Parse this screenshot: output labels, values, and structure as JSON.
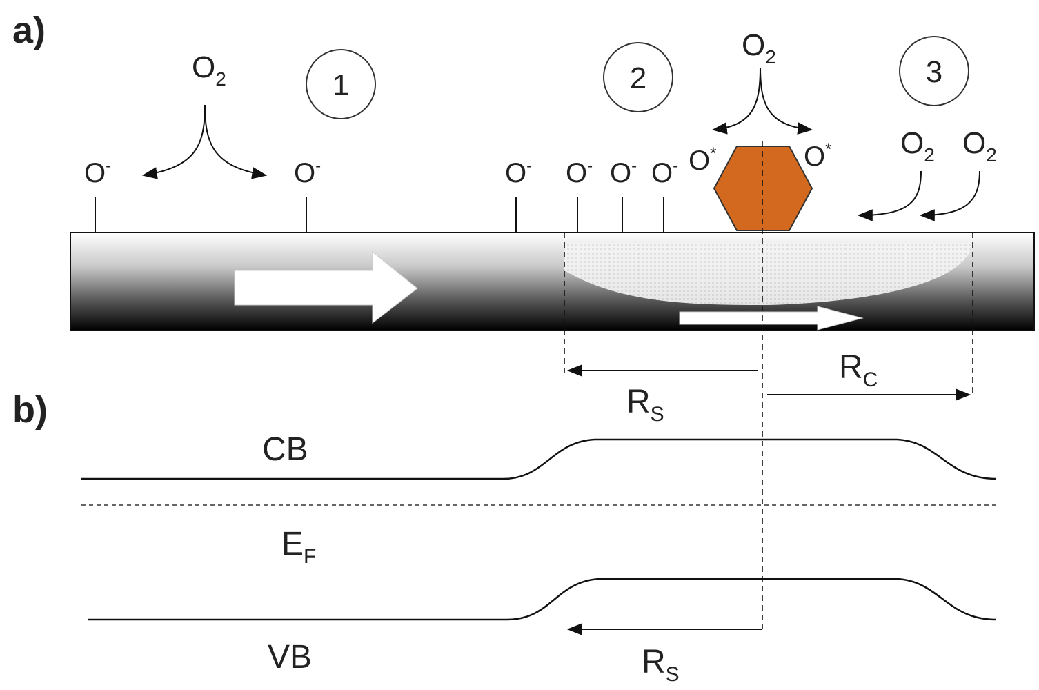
{
  "panels": {
    "a": "a)",
    "b": "b)"
  },
  "steps": {
    "one": "1",
    "two": "2",
    "three": "3"
  },
  "species": {
    "o2": "O",
    "o2_sub": "2",
    "o_ion": "O",
    "o_ion_sup": "-",
    "o_rad_sup": "*"
  },
  "radii": {
    "rs": "R",
    "rs_sub": "S",
    "rc": "R",
    "rc_sub": "C"
  },
  "bands": {
    "cb": "CB",
    "ef": "E",
    "ef_sub": "F",
    "vb": "VB"
  },
  "colors": {
    "catalyst": "#D2691E",
    "line": "#111111"
  }
}
